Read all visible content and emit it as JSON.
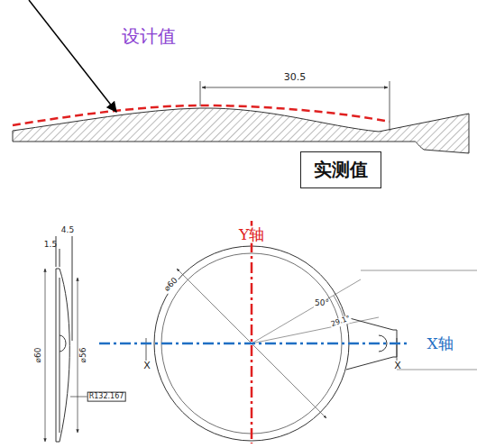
{
  "diagram": {
    "nodes": [
      {
        "text": [
          "实测值"
        ]
      }
    ],
    "labels": [
      "设计值",
      "30.5",
      "4.5",
      "1.5",
      "⌀60",
      "⌀56",
      "R132.167",
      "⌀60",
      "50°",
      "29.1°",
      "X",
      "X",
      "Y轴",
      "X轴"
    ]
  }
}
